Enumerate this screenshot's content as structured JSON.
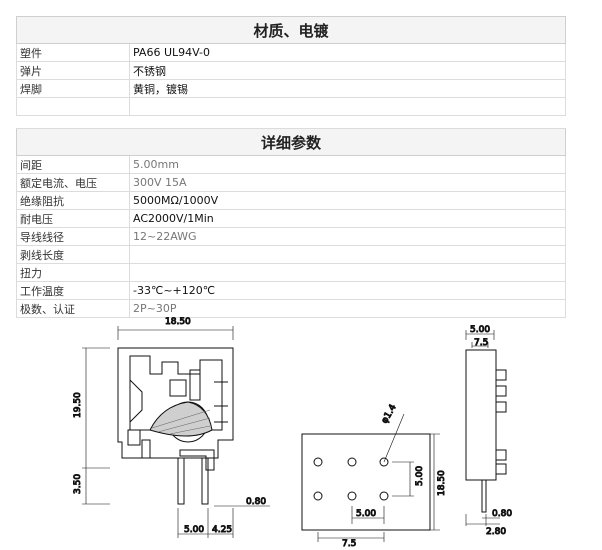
{
  "sections": [
    {
      "title": "材质、电镀",
      "rows": [
        {
          "label": "塑件",
          "value": "PA66 UL94V-0",
          "muted": false
        },
        {
          "label": "弹片",
          "value": "不锈钢",
          "muted": false
        },
        {
          "label": "焊脚",
          "value": "黄铜，镀锡",
          "muted": false
        },
        {
          "label": "",
          "value": "",
          "muted": false
        }
      ]
    },
    {
      "title": "详细参数",
      "rows": [
        {
          "label": "间距",
          "value": "5.00mm",
          "muted": true
        },
        {
          "label": "额定电流、电压",
          "value": "300V  15A",
          "muted": true
        },
        {
          "label": "绝缘阻抗",
          "value": "5000MΩ/1000V",
          "muted": false
        },
        {
          "label": "耐电压",
          "value": "AC2000V/1Min",
          "muted": false
        },
        {
          "label": "导线线径",
          "value": "12~22AWG",
          "muted": true
        },
        {
          "label": "剥线长度",
          "value": "",
          "muted": false
        },
        {
          "label": "扭力",
          "value": "",
          "muted": false
        },
        {
          "label": "工作温度",
          "value": "-33℃~+120℃",
          "muted": false
        },
        {
          "label": "极数、认证",
          "value": "2P~30P",
          "muted": true
        }
      ]
    }
  ],
  "dims": {
    "width_top": "18.50",
    "height_left": "19.50",
    "pin_height": "3.50",
    "pitch_bottom": "5.00",
    "offset_bottom": "4.25",
    "pin_thick": "0.80",
    "hole_dia": "φ1.4",
    "hole_pitch_v": "5.00",
    "hole_pitch_h": "5.00",
    "hole_offset": "7.5",
    "board_height": "18.50",
    "side_width": "5.00",
    "side_inner": "7.5",
    "side_pin": "0.80",
    "side_pin_off": "2.80"
  }
}
